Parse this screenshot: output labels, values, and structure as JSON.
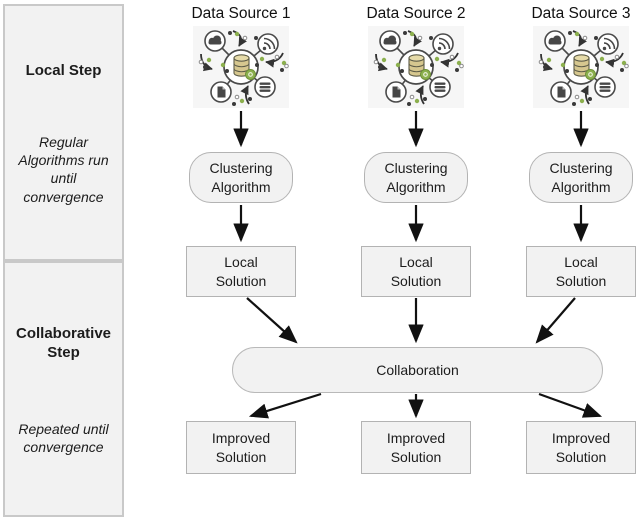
{
  "sidebar": {
    "local_step": {
      "title": "Local Step",
      "subtitle": "Regular Algorithms run until convergence"
    },
    "collaborative_step": {
      "title": "Collaborative Step",
      "subtitle": "Repeated until convergence"
    }
  },
  "columns": [
    {
      "source_label": "Data Source 1",
      "algorithm_label": "Clustering Algorithm",
      "local_solution_label": "Local Solution",
      "improved_solution_label": "Improved Solution"
    },
    {
      "source_label": "Data Source 2",
      "algorithm_label": "Clustering Algorithm",
      "local_solution_label": "Local Solution",
      "improved_solution_label": "Improved Solution"
    },
    {
      "source_label": "Data Source 3",
      "algorithm_label": "Clustering Algorithm",
      "local_solution_label": "Local Solution",
      "improved_solution_label": "Improved Solution"
    }
  ],
  "collaboration": {
    "label": "Collaboration"
  },
  "icons": {
    "data_collection": "data-collection-icon",
    "parts": [
      "cloud-icon",
      "rss-icon",
      "document-icon",
      "list-icon",
      "database-icon",
      "gear-icon"
    ]
  },
  "colors": {
    "node_fill": "#f2f2f2",
    "node_border": "#b3b3b3",
    "sidebar_border": "#c9c9c9",
    "arrow": "#111111",
    "icon_green": "#8cb04e",
    "icon_database": "#d6c78f"
  }
}
